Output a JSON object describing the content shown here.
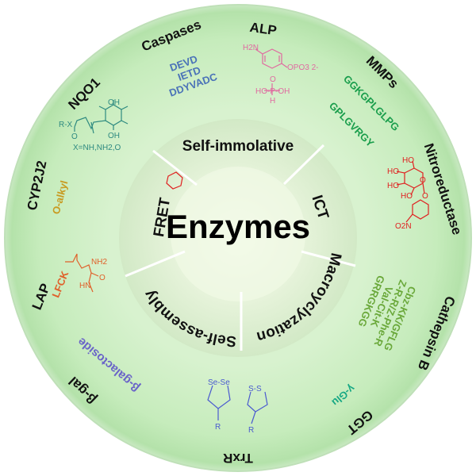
{
  "center_title": "Enzymes",
  "strategies": {
    "self_immolative": "Self-immolative",
    "ict": "ICT",
    "macrocyclization": "Macroyclyzation",
    "self_assembly": "Self-assembly",
    "fret": "FRET"
  },
  "enzymes": [
    {
      "name": "Caspases",
      "substrates": [
        "DEVD",
        "IETD",
        "DDYVADC"
      ],
      "color": "#4a72b8"
    },
    {
      "name": "ALP",
      "substrates": [
        "H2N",
        "OPO3 2-",
        "HO-P-OH",
        "O",
        "H"
      ],
      "color": "#e06aa0"
    },
    {
      "name": "MMPs",
      "substrates": [
        "GGKGPLGLPG",
        "GPLGVRGY"
      ],
      "color": "#1a9e4c"
    },
    {
      "name": "Nitroreductase",
      "substrates": [
        "HO",
        "HO",
        "HO",
        "HO",
        "O",
        "O",
        "O2N"
      ],
      "color": "#e02020"
    },
    {
      "name": "Cathepsin B",
      "substrates": [
        "Cbz-KK/GFLG",
        "Z-R-R/Z-Phe-R",
        "Val-Cit-K",
        "GRRGKGG"
      ],
      "color": "#6aa83a"
    },
    {
      "name": "GGT",
      "substrates": [
        "γ-Glu"
      ],
      "color": "#17a884"
    },
    {
      "name": "TrxR",
      "substrates": [
        "Se-Se",
        "R",
        "S-S",
        "R"
      ],
      "color": "#4a5ad0"
    },
    {
      "name": "β-gal",
      "substrates": [
        "β-galactoside"
      ],
      "color": "#6a64c8"
    },
    {
      "name": "LAP",
      "substrates": [
        "LFCK",
        "NH2",
        "HN",
        "O"
      ],
      "color": "#e0602a"
    },
    {
      "name": "CYP2J2",
      "substrates": [
        "O-alkyl"
      ],
      "color": "#c89a20"
    },
    {
      "name": "NQO1",
      "substrates": [
        "R-X",
        "OH",
        "OH",
        "O",
        "X=NH,NH2,O"
      ],
      "color": "#2e8a80"
    }
  ],
  "colors": {
    "outer_ring": "#c8eec0",
    "inner_ring": "#dcefd0",
    "core": "#f4fbe8"
  }
}
